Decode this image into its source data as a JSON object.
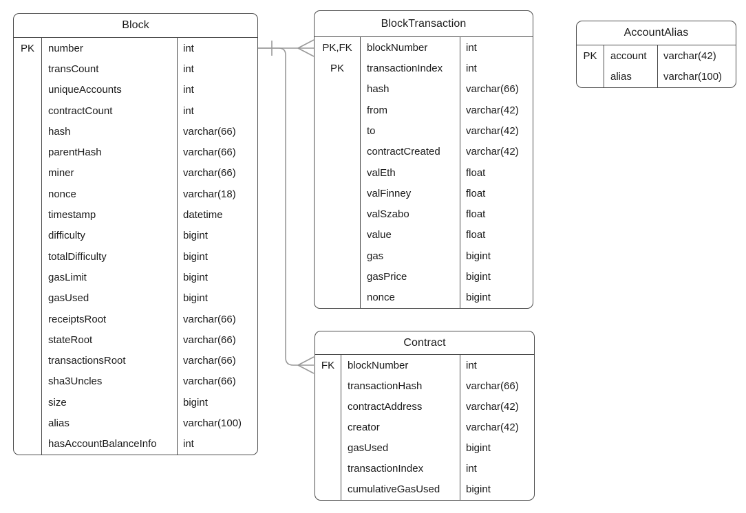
{
  "tables": [
    {
      "name": "Block",
      "fields": [
        {
          "key": "PK",
          "name": "number",
          "type": "int"
        },
        {
          "key": "",
          "name": "transCount",
          "type": "int"
        },
        {
          "key": "",
          "name": "uniqueAccounts",
          "type": "int"
        },
        {
          "key": "",
          "name": "contractCount",
          "type": "int"
        },
        {
          "key": "",
          "name": "hash",
          "type": "varchar(66)"
        },
        {
          "key": "",
          "name": "parentHash",
          "type": "varchar(66)"
        },
        {
          "key": "",
          "name": "miner",
          "type": "varchar(66)"
        },
        {
          "key": "",
          "name": "nonce",
          "type": "varchar(18)"
        },
        {
          "key": "",
          "name": "timestamp",
          "type": "datetime"
        },
        {
          "key": "",
          "name": "difficulty",
          "type": "bigint"
        },
        {
          "key": "",
          "name": "totalDifficulty",
          "type": "bigint"
        },
        {
          "key": "",
          "name": "gasLimit",
          "type": "bigint"
        },
        {
          "key": "",
          "name": "gasUsed",
          "type": "bigint"
        },
        {
          "key": "",
          "name": "receiptsRoot",
          "type": "varchar(66)"
        },
        {
          "key": "",
          "name": "stateRoot",
          "type": "varchar(66)"
        },
        {
          "key": "",
          "name": "transactionsRoot",
          "type": "varchar(66)"
        },
        {
          "key": "",
          "name": "sha3Uncles",
          "type": "varchar(66)"
        },
        {
          "key": "",
          "name": "size",
          "type": "bigint"
        },
        {
          "key": "",
          "name": "alias",
          "type": "varchar(100)"
        },
        {
          "key": "",
          "name": "hasAccountBalanceInfo",
          "type": "int"
        }
      ]
    },
    {
      "name": "BlockTransaction",
      "fields": [
        {
          "key": "PK,FK",
          "name": "blockNumber",
          "type": "int"
        },
        {
          "key": "PK",
          "name": "transactionIndex",
          "type": "int"
        },
        {
          "key": "",
          "name": "hash",
          "type": "varchar(66)"
        },
        {
          "key": "",
          "name": "from",
          "type": "varchar(42)"
        },
        {
          "key": "",
          "name": "to",
          "type": "varchar(42)"
        },
        {
          "key": "",
          "name": "contractCreated",
          "type": "varchar(42)"
        },
        {
          "key": "",
          "name": "valEth",
          "type": "float"
        },
        {
          "key": "",
          "name": "valFinney",
          "type": "float"
        },
        {
          "key": "",
          "name": "valSzabo",
          "type": "float"
        },
        {
          "key": "",
          "name": "value",
          "type": "float"
        },
        {
          "key": "",
          "name": "gas",
          "type": "bigint"
        },
        {
          "key": "",
          "name": "gasPrice",
          "type": "bigint"
        },
        {
          "key": "",
          "name": "nonce",
          "type": "bigint"
        }
      ]
    },
    {
      "name": "Contract",
      "fields": [
        {
          "key": "FK",
          "name": "blockNumber",
          "type": "int"
        },
        {
          "key": "",
          "name": "transactionHash",
          "type": "varchar(66)"
        },
        {
          "key": "",
          "name": "contractAddress",
          "type": "varchar(42)"
        },
        {
          "key": "",
          "name": "creator",
          "type": "varchar(42)"
        },
        {
          "key": "",
          "name": "gasUsed",
          "type": "bigint"
        },
        {
          "key": "",
          "name": "transactionIndex",
          "type": "int"
        },
        {
          "key": "",
          "name": "cumulativeGasUsed",
          "type": "bigint"
        }
      ]
    },
    {
      "name": "AccountAlias",
      "fields": [
        {
          "key": "PK",
          "name": "account",
          "type": "varchar(42)"
        },
        {
          "key": "",
          "name": "alias",
          "type": "varchar(100)"
        }
      ]
    }
  ],
  "relationships": [
    {
      "from": "Block",
      "to": "BlockTransaction",
      "from_cardinality": "one",
      "to_cardinality": "many"
    },
    {
      "from": "Block",
      "to": "Contract",
      "from_cardinality": "one",
      "to_cardinality": "many"
    }
  ],
  "colors": {
    "table_border": "#4a4a4a",
    "connector": "#999999",
    "text": "#1a1a1a",
    "background": "#ffffff"
  }
}
